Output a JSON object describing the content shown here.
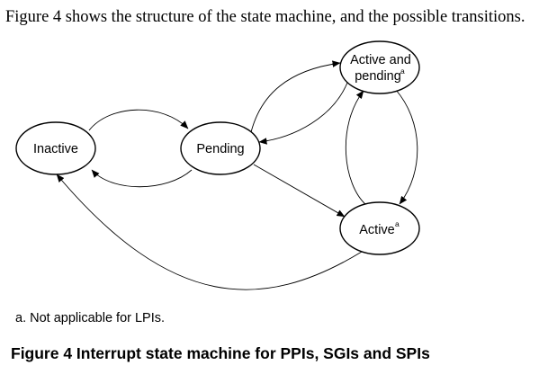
{
  "intro_text": "Figure 4 shows the structure of the state machine, and the possible transitions.",
  "states": {
    "inactive": {
      "label": "Inactive"
    },
    "pending": {
      "label": "Pending"
    },
    "active_and_pending": {
      "line1": "Active and",
      "line2": "pending",
      "footnote_marker": "a"
    },
    "active": {
      "label": "Active",
      "footnote_marker": "a"
    }
  },
  "transitions": [
    {
      "from": "Inactive",
      "to": "Pending"
    },
    {
      "from": "Pending",
      "to": "Inactive"
    },
    {
      "from": "Pending",
      "to": "Active and pending"
    },
    {
      "from": "Active and pending",
      "to": "Pending"
    },
    {
      "from": "Pending",
      "to": "Active"
    },
    {
      "from": "Active",
      "to": "Active and pending"
    },
    {
      "from": "Active and pending",
      "to": "Active"
    },
    {
      "from": "Active",
      "to": "Inactive"
    }
  ],
  "footnote": "a. Not applicable for LPIs.",
  "caption": "Figure 4 Interrupt state machine for PPIs, SGIs and SPIs"
}
